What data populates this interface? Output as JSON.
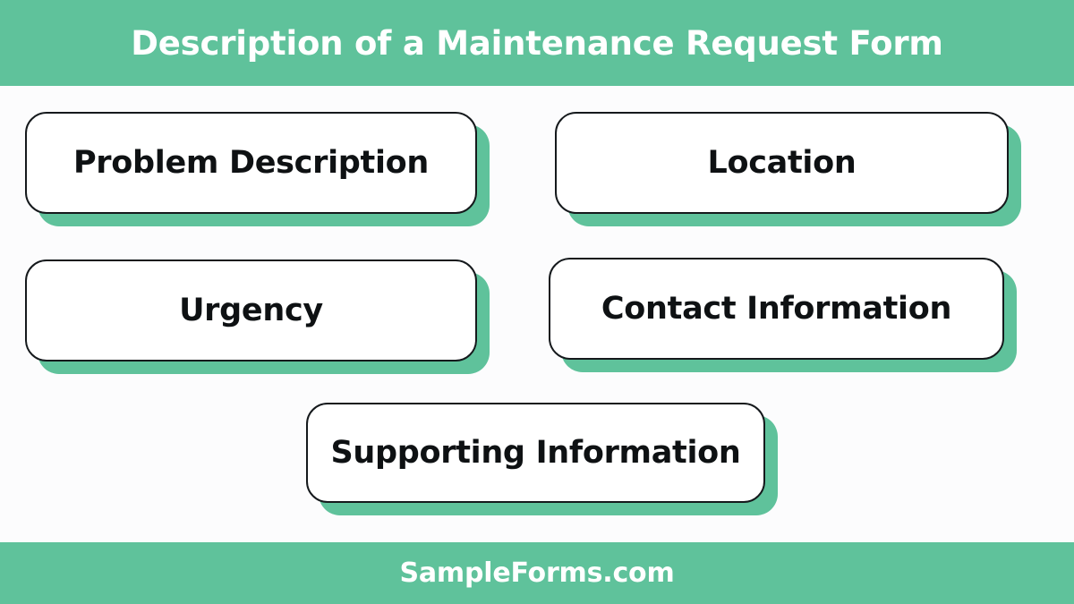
{
  "header": {
    "title": "Description of a Maintenance Request Form",
    "background_color": "#5fc29b",
    "text_color": "#ffffff"
  },
  "footer": {
    "brand": "SampleForms.com",
    "background_color": "#5fc29b",
    "text_color": "#ffffff"
  },
  "theme": {
    "page_background": "#fcfcfd",
    "accent_green": "#5fc29b",
    "card_background": "#ffffff",
    "card_border_color": "#15191c",
    "card_text_color": "#0e1113"
  },
  "cards": [
    {
      "id": "problem-description",
      "label": "Problem Description"
    },
    {
      "id": "location",
      "label": "Location"
    },
    {
      "id": "urgency",
      "label": "Urgency"
    },
    {
      "id": "contact-information",
      "label": "Contact Information"
    },
    {
      "id": "supporting-information",
      "label": "Supporting Information"
    }
  ]
}
